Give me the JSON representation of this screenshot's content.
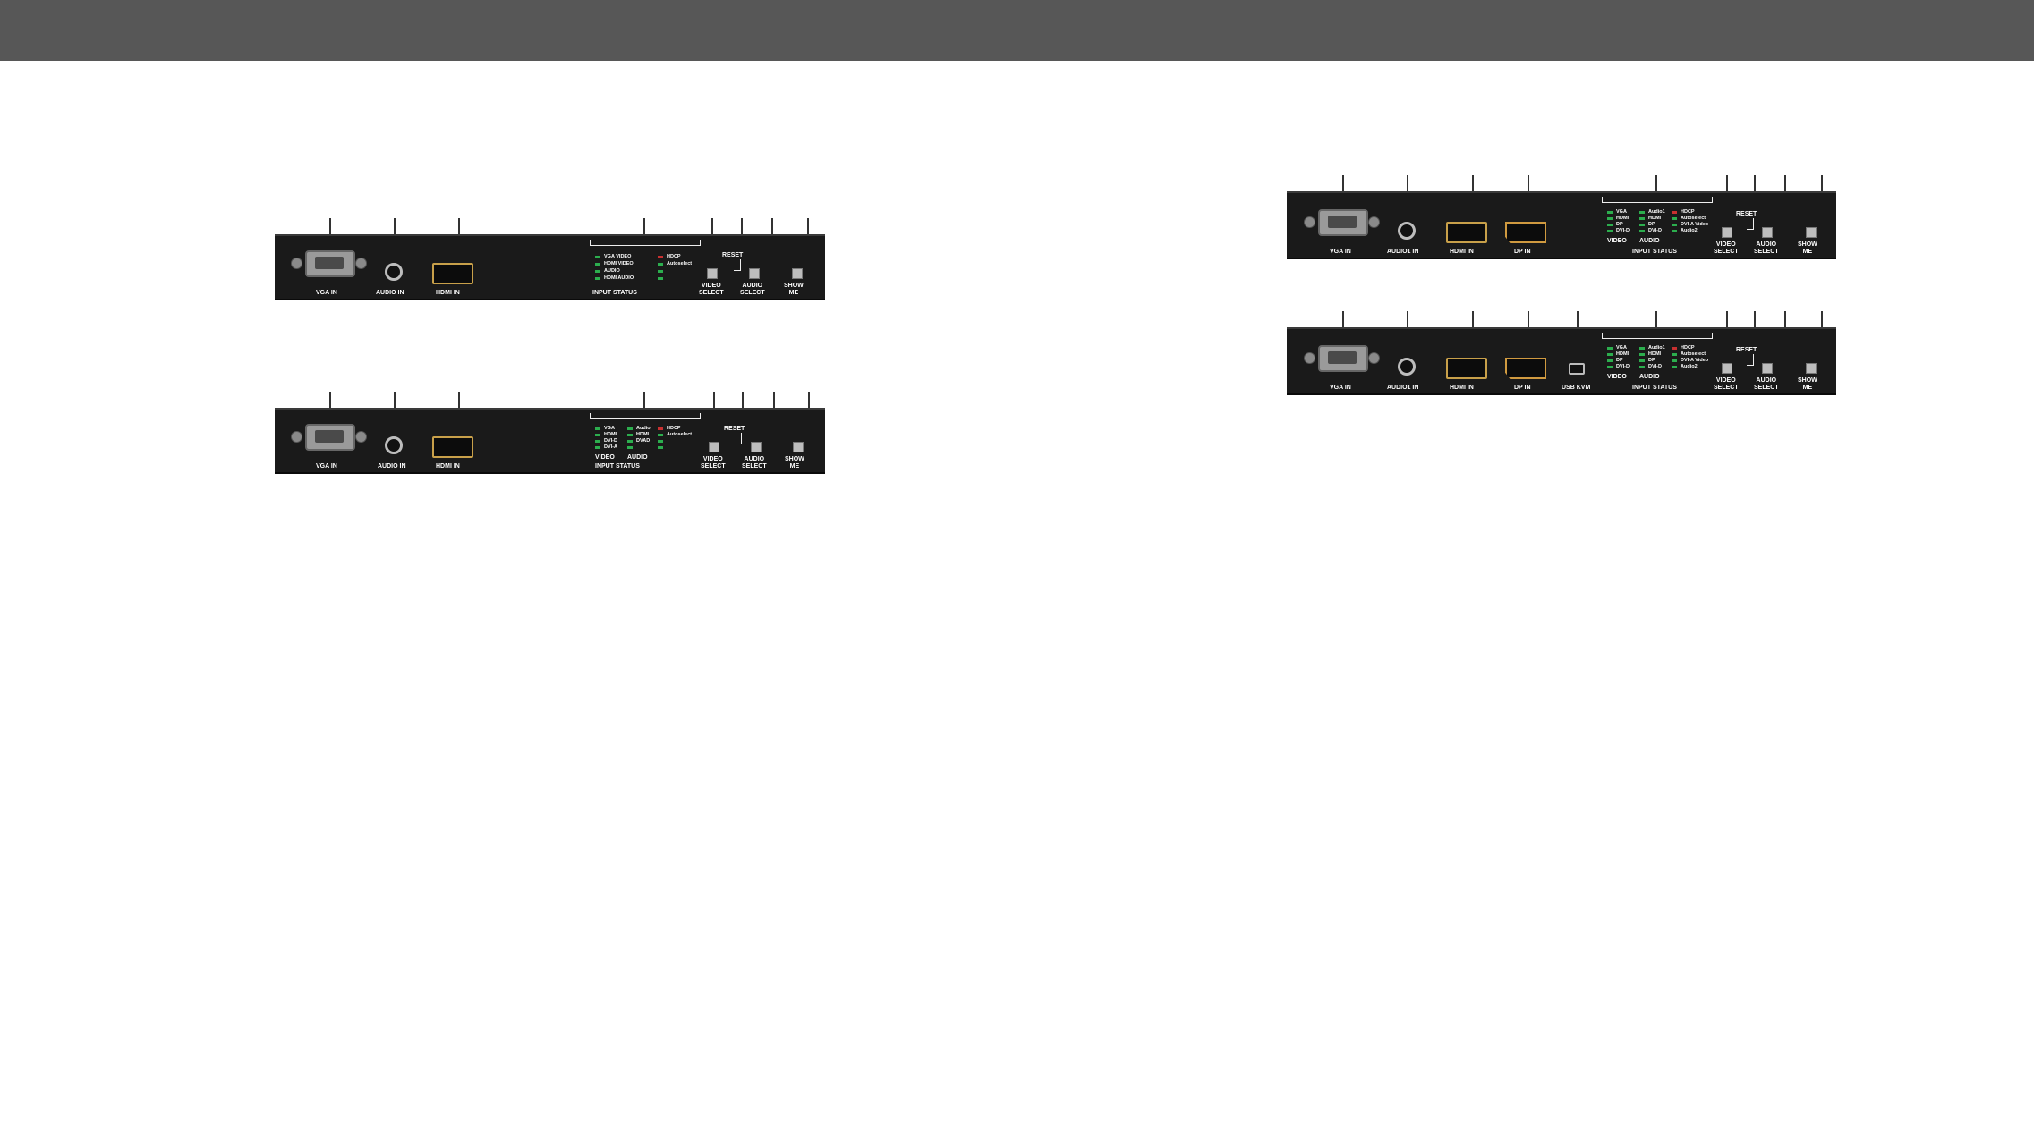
{
  "panel_a": {
    "labels": {
      "vga": "VGA IN",
      "audio": "AUDIO IN",
      "hdmi": "HDMI IN",
      "input_status": "INPUT STATUS",
      "video_select_1": "VIDEO",
      "video_select_2": "SELECT",
      "reset": "RESET",
      "audio_select_1": "AUDIO",
      "audio_select_2": "SELECT",
      "show_me_1": "SHOW",
      "show_me_2": "ME"
    },
    "status_col1": [
      "VGA VIDEO",
      "HDMI VIDEO",
      "AUDIO",
      "HDMI AUDIO"
    ],
    "status_col2": [
      "HDCP",
      "Autoselect"
    ]
  },
  "panel_b": {
    "labels": {
      "vga": "VGA IN",
      "audio": "AUDIO IN",
      "hdmi": "HDMI IN",
      "input_status": "INPUT STATUS",
      "video_group": "VIDEO",
      "audio_group": "AUDIO",
      "video_select_1": "VIDEO",
      "video_select_2": "SELECT",
      "reset": "RESET",
      "audio_select_1": "AUDIO",
      "audio_select_2": "SELECT",
      "show_me_1": "SHOW",
      "show_me_2": "ME"
    },
    "status_col1": [
      "VGA",
      "HDMI",
      "DVI-D",
      "DVI-A"
    ],
    "status_col2": [
      "Audio",
      "HDMI",
      "DVAD"
    ],
    "status_col3": [
      "HDCP",
      "Autoselect"
    ]
  },
  "panel_c": {
    "labels": {
      "vga": "VGA IN",
      "audio": "AUDIO1 IN",
      "hdmi": "HDMI IN",
      "dp": "DP IN",
      "input_status": "INPUT STATUS",
      "video_group": "VIDEO",
      "audio_group": "AUDIO",
      "video_select_1": "VIDEO",
      "video_select_2": "SELECT",
      "reset": "RESET",
      "audio_select_1": "AUDIO",
      "audio_select_2": "SELECT",
      "show_me_1": "SHOW",
      "show_me_2": "ME"
    },
    "status_col1": [
      "VGA",
      "HDMI",
      "DP",
      "DVI-D"
    ],
    "status_col2": [
      "Audio1",
      "HDMI",
      "DP",
      "DVI-D"
    ],
    "status_col3": [
      "HDCP",
      "Autoselect",
      "DVI-A Video",
      "Audio2"
    ]
  },
  "panel_d": {
    "labels": {
      "vga": "VGA IN",
      "audio": "AUDIO1 IN",
      "hdmi": "HDMI IN",
      "dp": "DP IN",
      "usb": "USB KVM",
      "input_status": "INPUT STATUS",
      "video_group": "VIDEO",
      "audio_group": "AUDIO",
      "video_select_1": "VIDEO",
      "video_select_2": "SELECT",
      "reset": "RESET",
      "audio_select_1": "AUDIO",
      "audio_select_2": "SELECT",
      "show_me_1": "SHOW",
      "show_me_2": "ME"
    },
    "status_col1": [
      "VGA",
      "HDMI",
      "DP",
      "DVI-D"
    ],
    "status_col2": [
      "Audio1",
      "HDMI",
      "DP",
      "DVI-D"
    ],
    "status_col3": [
      "HDCP",
      "Autoselect",
      "DVI-A Video",
      "Audio2"
    ]
  }
}
